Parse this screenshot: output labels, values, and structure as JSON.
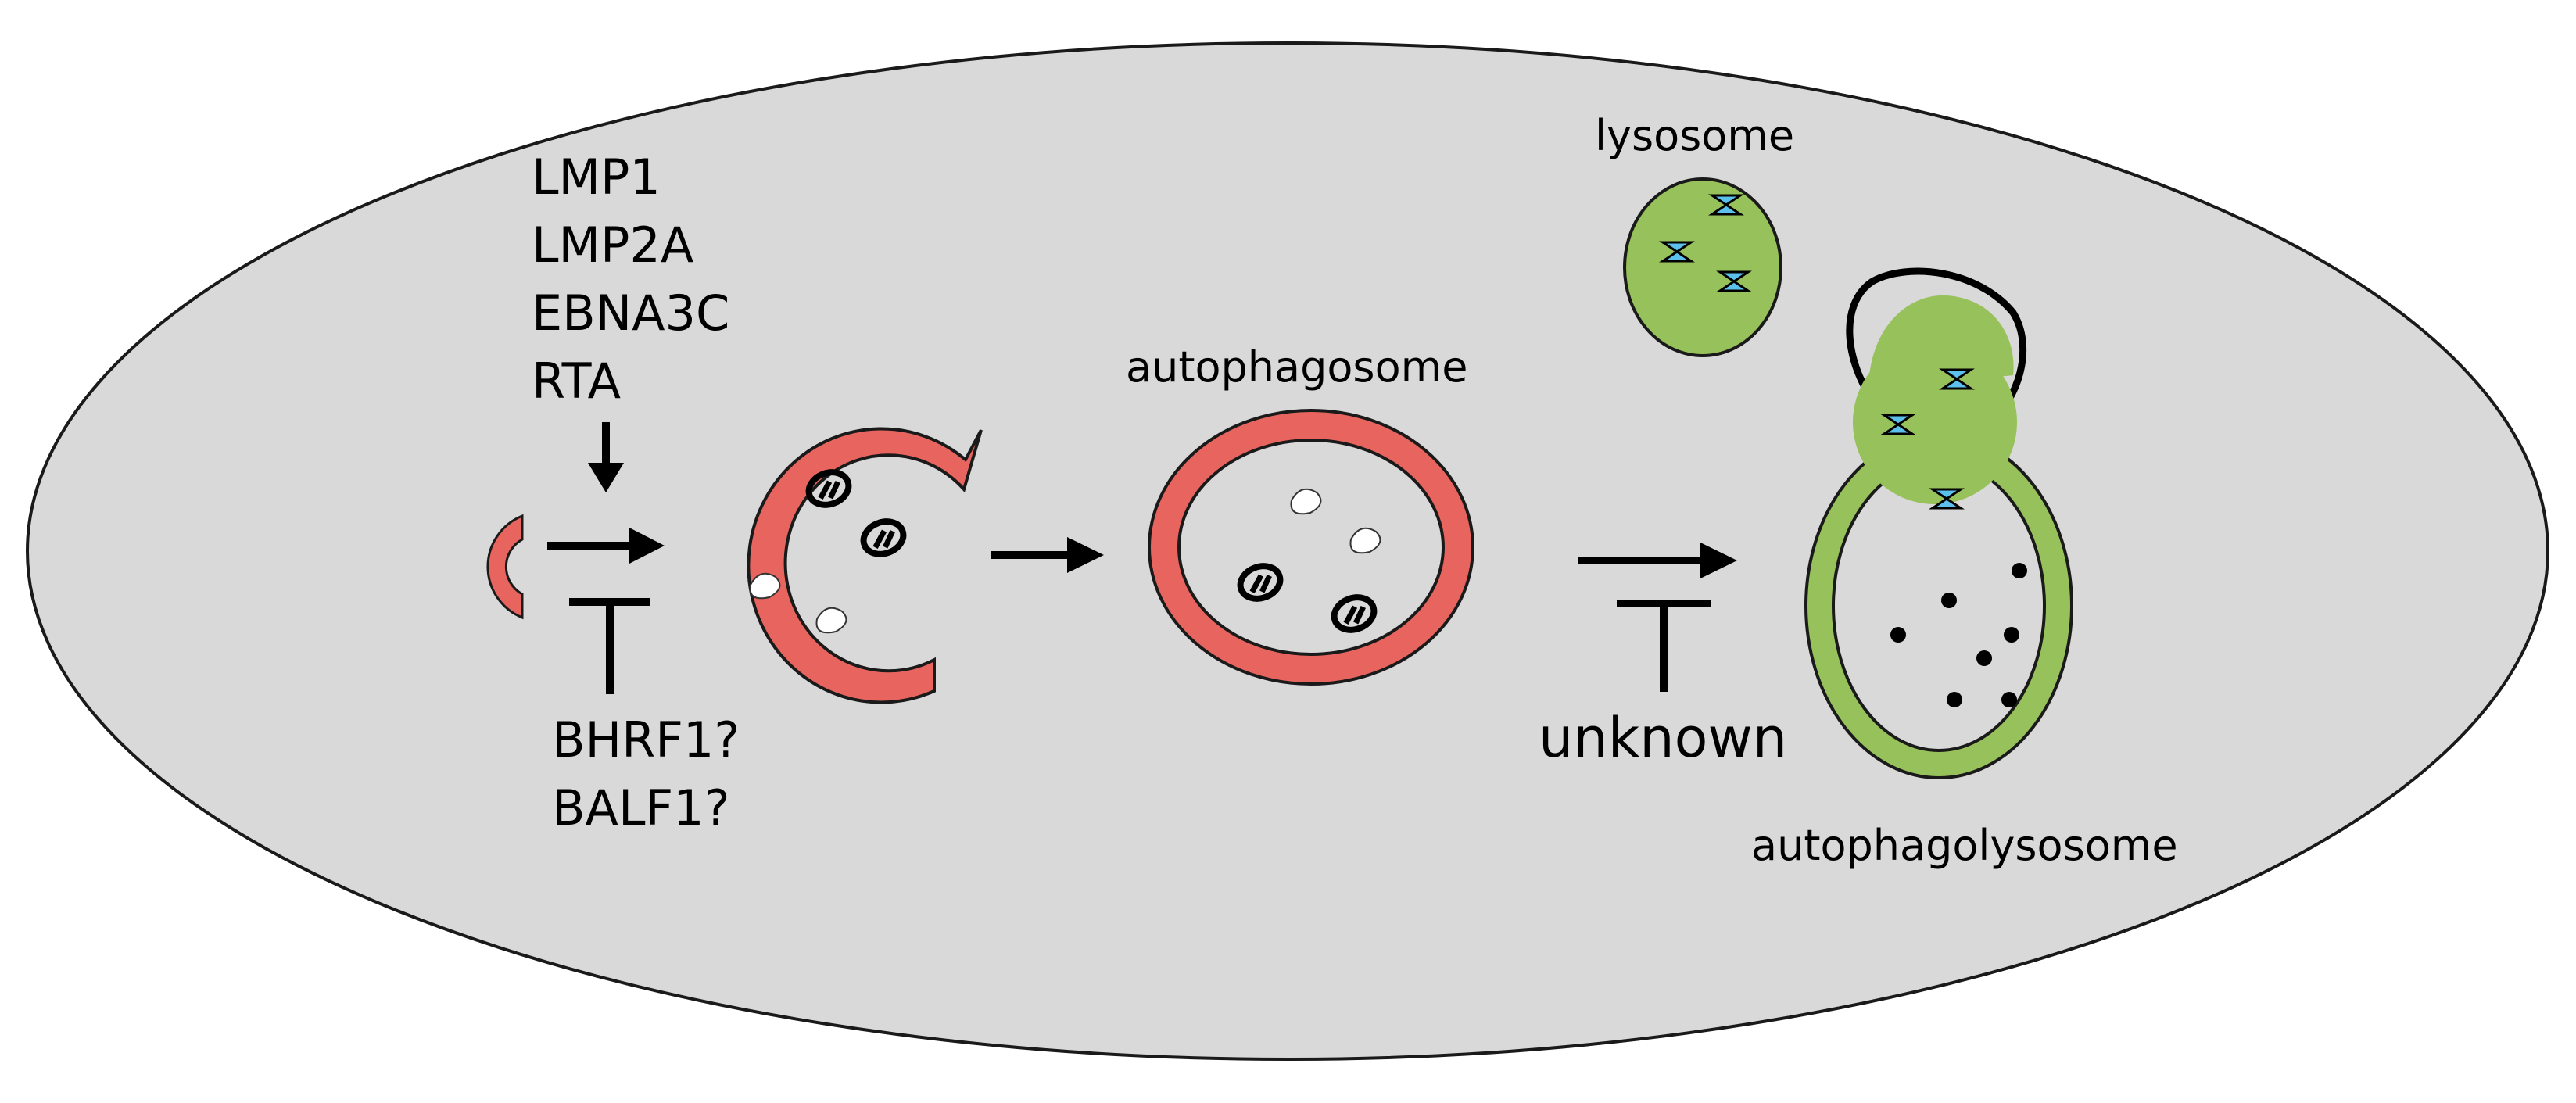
{
  "labels": {
    "inducers": [
      "LMP1",
      "LMP2A",
      "EBNA3C",
      "RTA"
    ],
    "inhibitors": [
      "BHRF1?",
      "BALF1?"
    ],
    "autophagosome": "autophagosome",
    "lysosome": "lysosome",
    "unknown": "unknown",
    "autophagolysosome": "autophagolysosome"
  },
  "colors": {
    "cell_fill": "#d9d9d9",
    "membrane_red": "#e8655f",
    "lysosome_green": "#97c15a",
    "enzyme_blue": "#5bc0eb",
    "outline": "#000000"
  }
}
